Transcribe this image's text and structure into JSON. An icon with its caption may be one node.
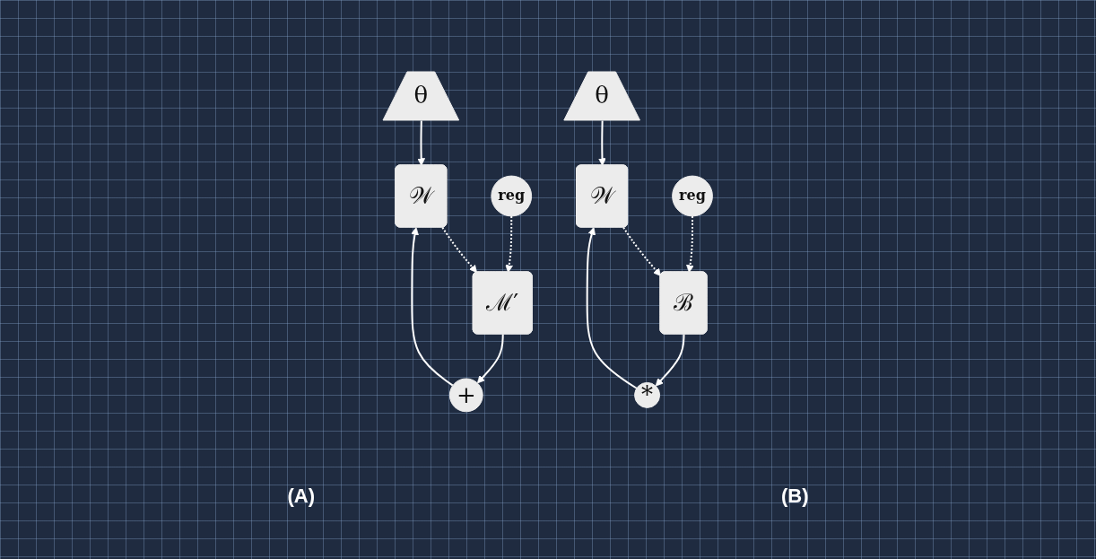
{
  "diagram": {
    "nodes": [
      {
        "text": [
          "θ"
        ]
      },
      {
        "text": [
          "𝒲"
        ]
      },
      {
        "text": [
          "+"
        ]
      },
      {
        "text": [
          "ℳ′"
        ]
      },
      {
        "text": [
          "reg"
        ]
      },
      {
        "text": [
          "θ"
        ]
      },
      {
        "text": [
          "𝒲"
        ]
      },
      {
        "text": [
          "*"
        ]
      },
      {
        "text": [
          "ℬ"
        ]
      },
      {
        "text": [
          "reg"
        ]
      }
    ],
    "edges": [
      {
        "from": 0,
        "to": 1,
        "arrow": "to"
      },
      {
        "from": 2,
        "to": 1,
        "arrow": "to"
      },
      {
        "from": 3,
        "to": 2,
        "arrow": "to"
      },
      {
        "from": 1,
        "to": 3,
        "arrow": "to",
        "style": "dashed"
      },
      {
        "from": 4,
        "to": 3,
        "arrow": "to",
        "style": "dashed"
      },
      {
        "from": 5,
        "to": 6,
        "arrow": "to"
      },
      {
        "from": 7,
        "to": 6,
        "arrow": "to"
      },
      {
        "from": 8,
        "to": 7,
        "arrow": "to"
      },
      {
        "from": 6,
        "to": 8,
        "arrow": "to",
        "style": "dashed"
      },
      {
        "from": 9,
        "to": 8,
        "arrow": "to",
        "style": "dashed"
      }
    ],
    "labels": [
      "(A)",
      "(B)"
    ]
  }
}
